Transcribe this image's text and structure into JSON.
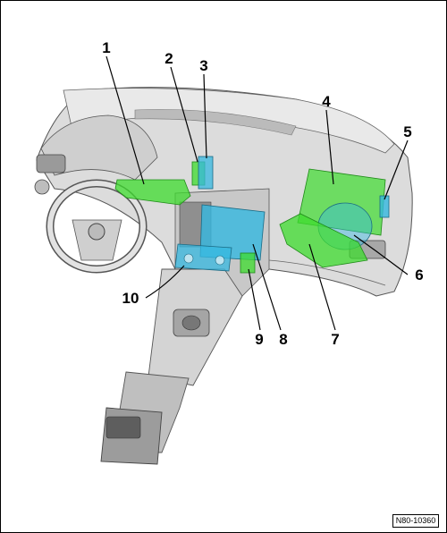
{
  "callouts": [
    {
      "id": "1",
      "label": "1"
    },
    {
      "id": "2",
      "label": "2"
    },
    {
      "id": "3",
      "label": "3"
    },
    {
      "id": "4",
      "label": "4"
    },
    {
      "id": "5",
      "label": "5"
    },
    {
      "id": "6",
      "label": "6"
    },
    {
      "id": "7",
      "label": "7"
    },
    {
      "id": "8",
      "label": "8"
    },
    {
      "id": "9",
      "label": "9"
    },
    {
      "id": "10",
      "label": "10"
    }
  ],
  "reference_code": "N80-10360",
  "colors": {
    "component_green": "#3ddc2e",
    "component_blue": "#35b8e0",
    "dashboard_gray": "#d6d6d6",
    "line_dark": "#555555"
  }
}
